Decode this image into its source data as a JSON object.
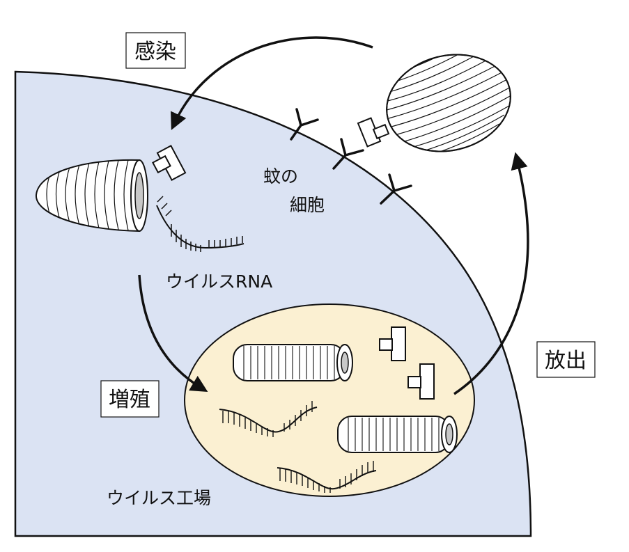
{
  "labels": {
    "infection": "感染",
    "release": "放出",
    "replication": "増殖",
    "mosquito_cell": [
      "蚊の",
      "細胞"
    ],
    "viral_rna": "ウイルスRNA",
    "virus_factory": "ウイルス工場"
  },
  "colors": {
    "cell_fill": "#dbe3f3",
    "factory_fill": "#fbf0d2",
    "outline": "#111111",
    "virion_fill": "#ffffff"
  }
}
